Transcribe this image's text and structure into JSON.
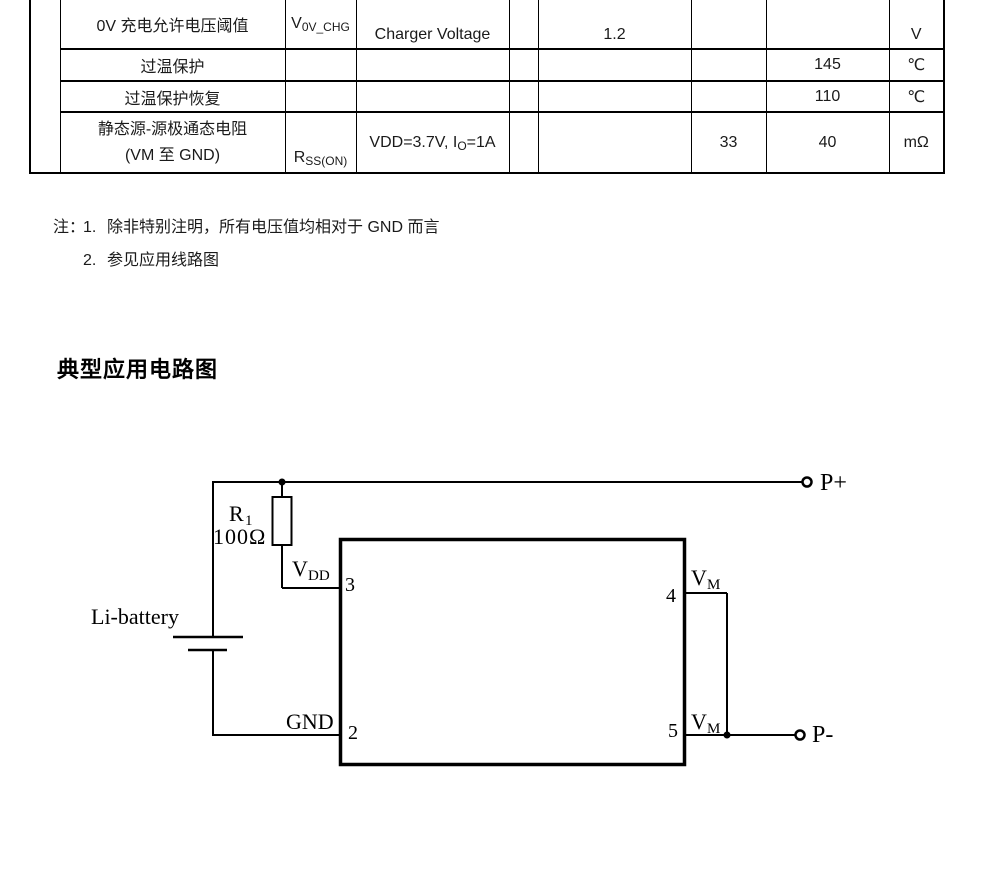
{
  "table": {
    "rows": [
      {
        "param": "0V 充电允许电压阈值",
        "symbol_main": "V",
        "symbol_sub": "0V_CHG",
        "condition": "Charger Voltage",
        "min": "1.2",
        "unit": "V"
      },
      {
        "param": "过温保护",
        "max": "145",
        "unit": "℃"
      },
      {
        "param": "过温保护恢复",
        "max": "110",
        "unit": "℃"
      },
      {
        "param_line1": "静态源-源极通态电阻",
        "param_line2": "(VM 至 GND)",
        "symbol_main": "R",
        "symbol_sub": "SS(ON)",
        "condition_pre": "VDD=3.7V, I",
        "condition_sub": "O",
        "condition_post": "=1A",
        "typ": "33",
        "max": "40",
        "unit": "mΩ"
      }
    ]
  },
  "notes": {
    "label": "注：",
    "items": [
      {
        "num": "1.",
        "text": "除非特别注明，所有电压值均相对于 GND 而言"
      },
      {
        "num": "2.",
        "text": "参见应用线路图"
      }
    ]
  },
  "section_title": "典型应用电路图",
  "circuit": {
    "resistor_ref_main": "R",
    "resistor_ref_sub": "1",
    "resistor_value": "100Ω",
    "battery_label": "Li-battery",
    "pin_vdd_main": "V",
    "pin_vdd_sub": "DD",
    "pin_vdd_number": "3",
    "pin_gnd_label": "GND",
    "pin_gnd_number": "2",
    "pin_vm_top_main": "V",
    "pin_vm_top_sub": "M",
    "pin_vm_top_number": "4",
    "pin_vm_bottom_main": "V",
    "pin_vm_bottom_sub": "M",
    "pin_vm_bottom_number": "5",
    "terminal_positive": "P+",
    "terminal_negative": "P-"
  }
}
